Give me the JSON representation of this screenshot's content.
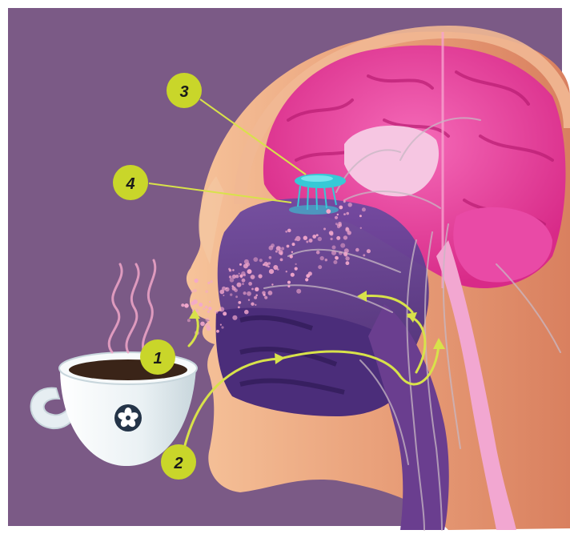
{
  "colors": {
    "background": "#7b5a86",
    "border": "#ffffff",
    "skin": "#f2b48a",
    "skin_shadow": "#e38c6a",
    "brain": "#e8399a",
    "brain_light": "#f25fb0",
    "nasal_cavity": "#5b3a8a",
    "bulb": "#37c9d6",
    "badge": "#c9d62a",
    "pointer_line": "#d8e24a",
    "arrow": "#d8e24a",
    "nerve": "#b9a9b6",
    "cup": "#eef2f4",
    "coffee": "#3a2418",
    "cup_logo": "#243448",
    "aroma_particles": "#f3a8cc"
  },
  "labels": [
    {
      "id": "1",
      "text": "1"
    },
    {
      "id": "2",
      "text": "2"
    },
    {
      "id": "3",
      "text": "3"
    },
    {
      "id": "4",
      "text": "4"
    }
  ],
  "icons": {
    "cup_logo": "flower-logo-icon",
    "steam": "steam-icon"
  }
}
